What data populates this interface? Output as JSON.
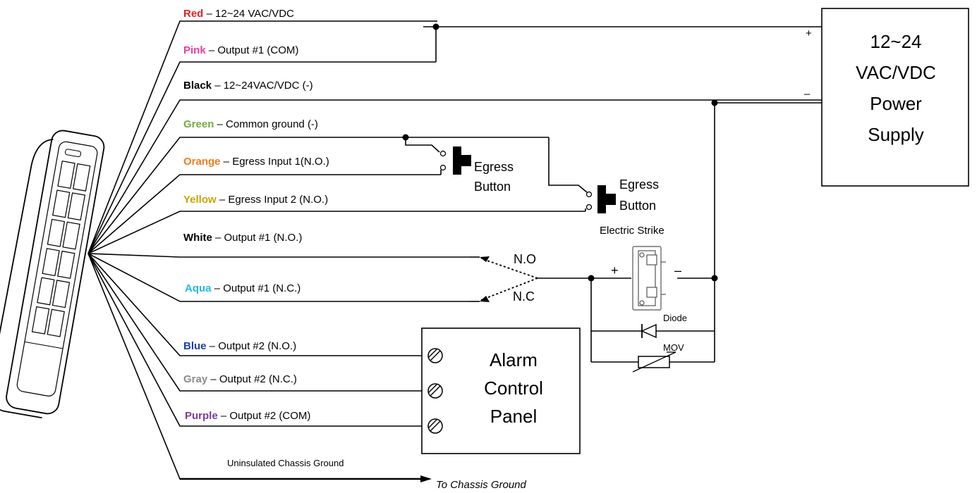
{
  "wires": [
    {
      "color_name": "Red",
      "color": "#e8201b",
      "description": "12~24 VAC/VDC"
    },
    {
      "color_name": "Pink",
      "color": "#ec3c95",
      "description": "Output #1 (COM)"
    },
    {
      "color_name": "Black",
      "color": "#000000",
      "description": "12~24VAC/VDC (-)"
    },
    {
      "color_name": "Green",
      "color": "#72ad3f",
      "description": "Common ground (-)"
    },
    {
      "color_name": "Orange",
      "color": "#ef7d22",
      "description": "Egress Input 1(N.O.)"
    },
    {
      "color_name": "Yellow",
      "color": "#c9a400",
      "description": "Egress Input 2 (N.O.)"
    },
    {
      "color_name": "White",
      "color": "#000000",
      "description": "Output  #1 (N.O.)"
    },
    {
      "color_name": "Aqua",
      "color": "#22b8ea",
      "description": "Output  #1 (N.C.)"
    },
    {
      "color_name": "Blue",
      "color": "#1c3fae",
      "description": "Output  #2 (N.O.)"
    },
    {
      "color_name": "Gray",
      "color": "#8c8c8c",
      "description": "Output  #2 (N.C.)"
    },
    {
      "color_name": "Purple",
      "color": "#7a3aa0",
      "description": "Output #2 (COM)"
    }
  ],
  "separator": " – ",
  "chassis": {
    "label": "Uninsulated Chassis Ground",
    "destination": "To Chassis Ground"
  },
  "power_supply": {
    "lines": [
      "12~24",
      "VAC/VDC",
      "Power",
      "Supply"
    ],
    "plus": "+",
    "minus": "–"
  },
  "egress_buttons": [
    {
      "line1": "Egress",
      "line2": "Button"
    },
    {
      "line1": "Egress",
      "line2": "Button"
    }
  ],
  "electric_strike": {
    "label": "Electric Strike",
    "plus": "+",
    "minus": "–"
  },
  "relay": {
    "no": "N.O",
    "nc": "N.C"
  },
  "diode": {
    "label": "Diode"
  },
  "mov": {
    "label": "MOV"
  },
  "alarm_panel": {
    "lines": [
      "Alarm",
      "Control",
      "Panel"
    ]
  }
}
